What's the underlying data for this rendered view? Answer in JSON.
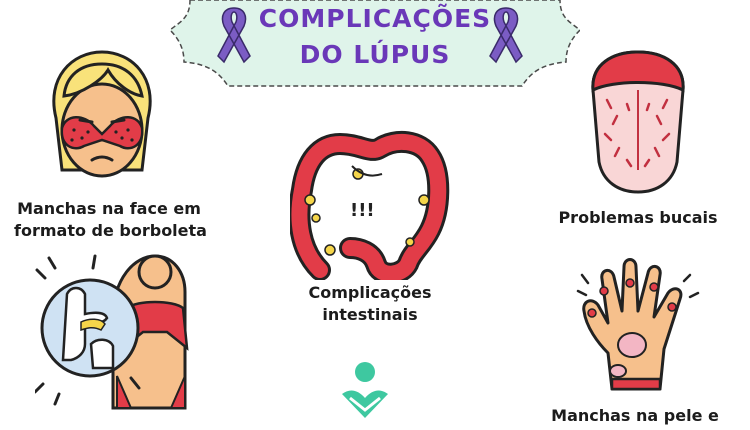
{
  "title": {
    "line1": "COMPLICAÇÕES",
    "line2": "DO LÚPUS"
  },
  "captions": {
    "face": {
      "line1": "Manchas na face em",
      "line2": "formato de borboleta"
    },
    "mouth": "Problemas bucais",
    "intestine": {
      "line1": "Complicações",
      "line2": "intestinais",
      "marks": "!!!"
    },
    "skin": "Manchas na pele e"
  },
  "colors": {
    "title": "#6a38b8",
    "ribbon": "#7b5cc4",
    "banner_fill": "#dff4ea",
    "banner_border": "#4a4a4a",
    "accent_red": "#e23c48",
    "skin": "#f6c08c",
    "logo": "#3ec8a0"
  },
  "icons": [
    "awareness-ribbon-icon",
    "face-rash-icon",
    "tongue-icon",
    "intestine-icon",
    "joint-icon",
    "body-icon",
    "hand-rash-icon",
    "logo-icon"
  ]
}
